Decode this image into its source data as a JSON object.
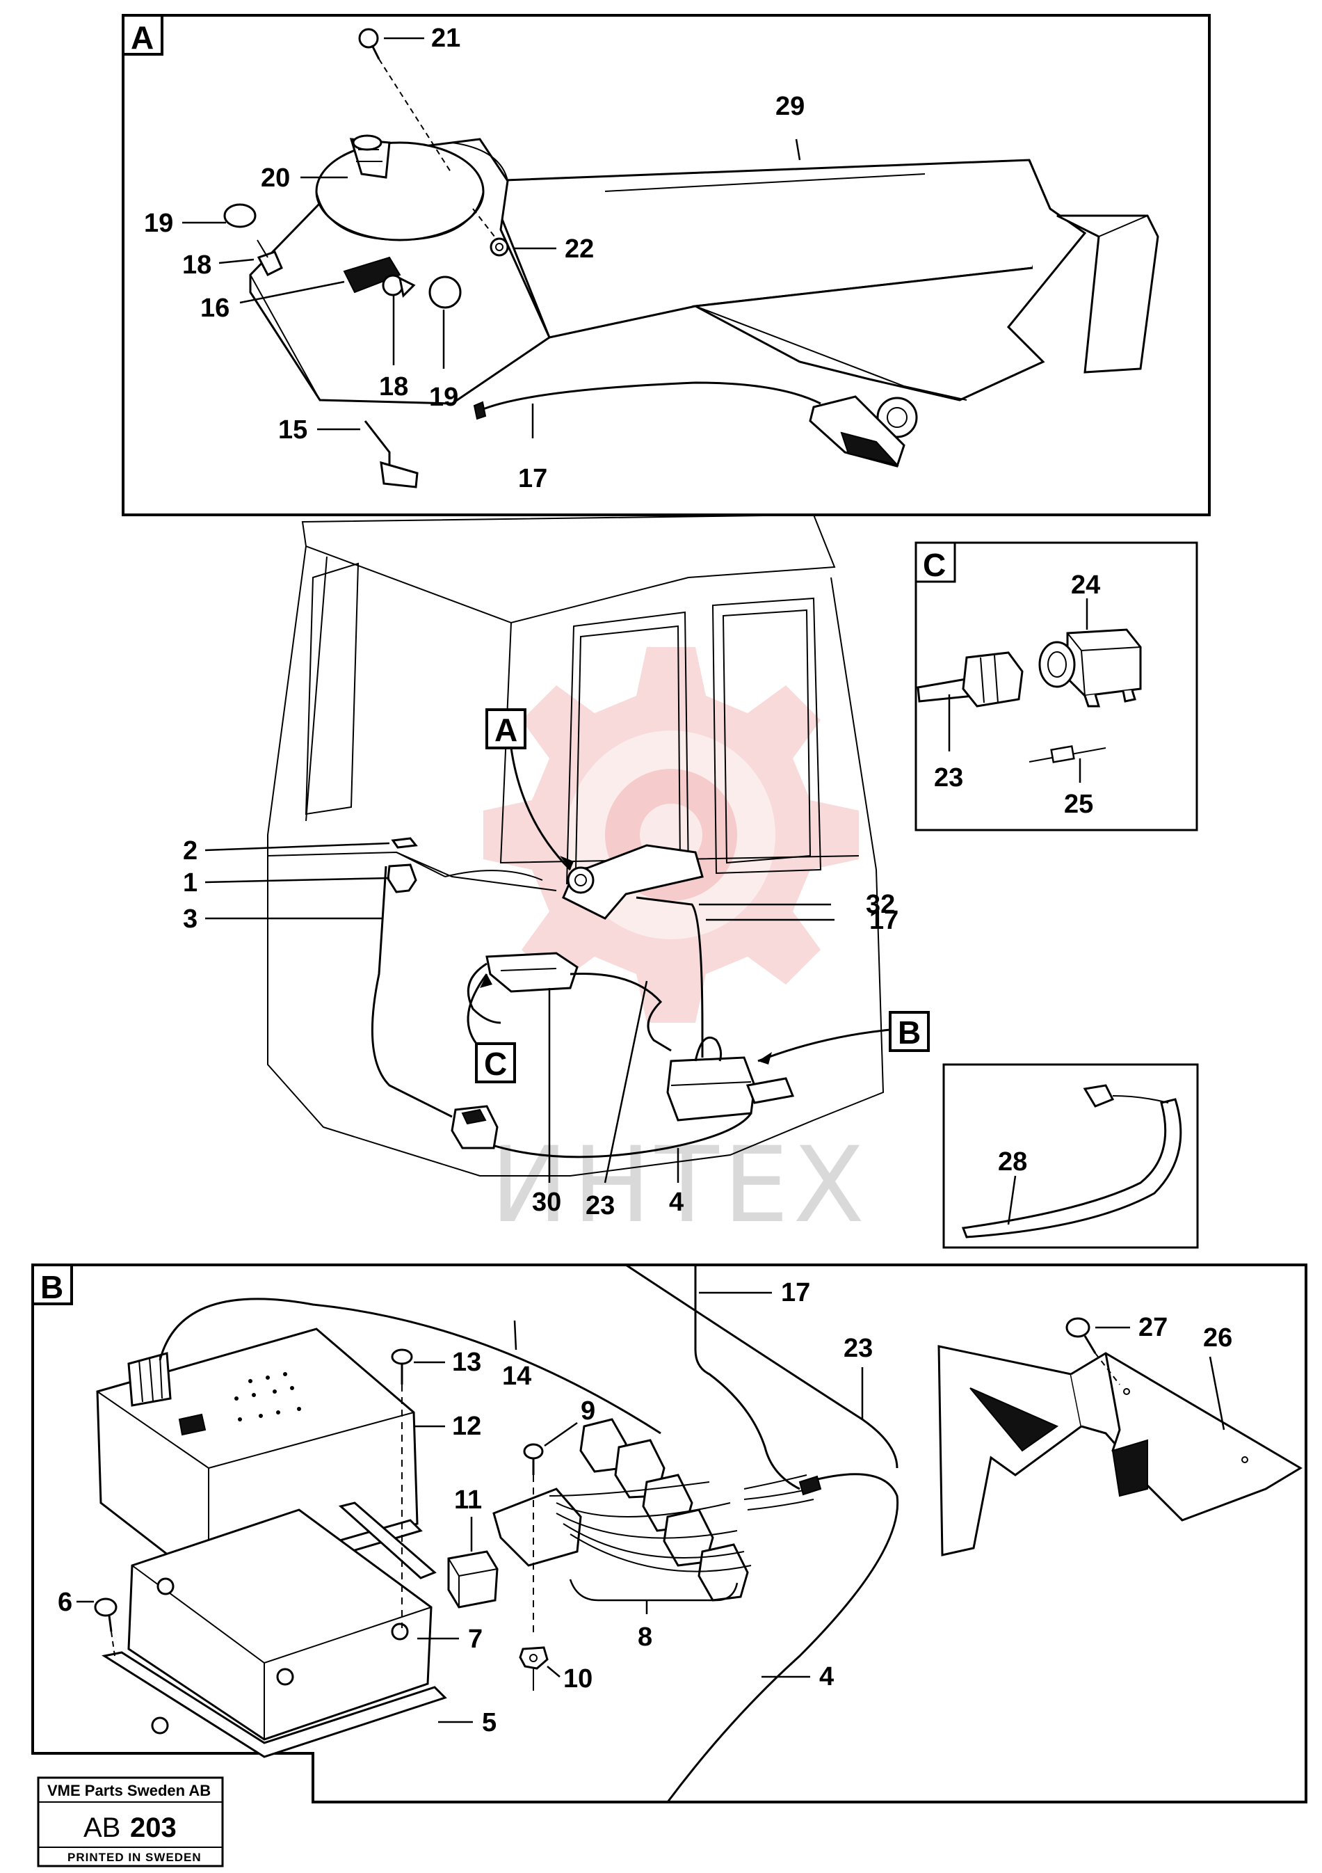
{
  "panels": {
    "a": "A",
    "b": "B",
    "c": "C"
  },
  "callouts": {
    "a": "A",
    "b": "B",
    "c": "C"
  },
  "labels": {
    "p1": "1",
    "p2": "2",
    "p3": "3",
    "p4_main": "4",
    "p4_b": "4",
    "p5": "5",
    "p6": "6",
    "p7": "7",
    "p8": "8",
    "p9": "9",
    "p10": "10",
    "p11": "11",
    "p12": "12",
    "p13": "13",
    "p14": "14",
    "p15": "15",
    "p16": "16",
    "p17_a": "17",
    "p17_main": "17",
    "p17_b": "17",
    "p18_a": "18",
    "p18_b": "18",
    "p19_a": "19",
    "p19_b": "19",
    "p20": "20",
    "p21": "21",
    "p22": "22",
    "p23_c": "23",
    "p23_main": "23",
    "p23_b": "23",
    "p24": "24",
    "p25": "25",
    "p26": "26",
    "p27": "27",
    "p28": "28",
    "p29": "29",
    "p30": "30",
    "p32": "32"
  },
  "watermark": {
    "text": "ИНТЕХ",
    "color": "#e03030"
  },
  "stamp": {
    "company": "VME Parts Sweden AB",
    "code_prefix": "AB",
    "code_number": "203",
    "printed": "PRINTED IN SWEDEN"
  }
}
